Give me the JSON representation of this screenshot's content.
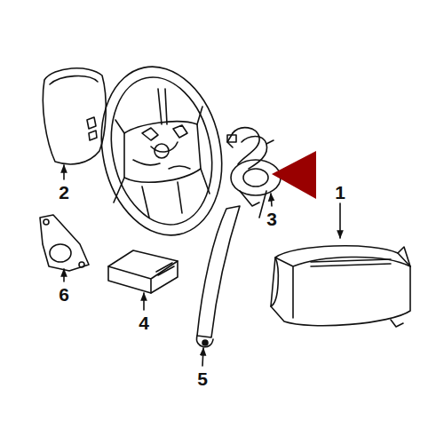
{
  "diagram": {
    "labels": [
      "2",
      "1",
      "3",
      "6",
      "4",
      "5"
    ]
  }
}
